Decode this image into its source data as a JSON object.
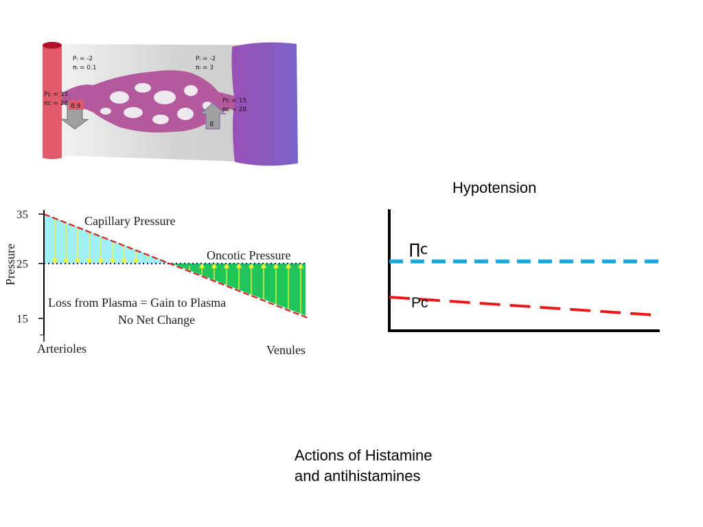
{
  "capillary": {
    "left_interstitial": {
      "p_line": "Pᵢ = -2",
      "pi_line": "πᵢ = 0.1"
    },
    "right_interstitial": {
      "p_line": "Pᵢ = -2",
      "pi_line": "πᵢ = 3"
    },
    "arterial_end": {
      "p_line": "Pc = 35",
      "pi_line": "πc = 28",
      "arrow_value": "8.9"
    },
    "venous_end": {
      "p_line": "Pc = 15",
      "pi_line": "πc = 28",
      "arrow_value": "8"
    },
    "colors": {
      "artery": "#e05a6a",
      "vein": "#8a5cc4",
      "capillary": "#b45a9c",
      "background": "#e2e2e2"
    }
  },
  "pressure_chart": {
    "y_axis_label": "Pressure",
    "y_ticks": [
      "35",
      "25",
      "15"
    ],
    "x_start_label": "Arterioles",
    "x_end_label": "Venules",
    "capillary_label": "Capillary Pressure",
    "oncotic_label": "Oncotic Pressure",
    "note_line1": "Loss from Plasma = Gain to Plasma",
    "note_line2": "No Net Change",
    "colors": {
      "filtration": "#9ff0f5",
      "absorption": "#1fc45a",
      "capillary_line": "#d81e1e",
      "oncotic_line": "#1a2a8c",
      "arrows": "#f2f23a"
    }
  },
  "hypotension_chart": {
    "title": "Hypotension",
    "pi_label": "∏c",
    "pc_label": "Pc",
    "colors": {
      "pi_line": "#12a9e0",
      "pc_line": "#e61818"
    }
  },
  "footer": {
    "line1": "Actions of Histamine",
    "line2": "and antihistamines"
  }
}
